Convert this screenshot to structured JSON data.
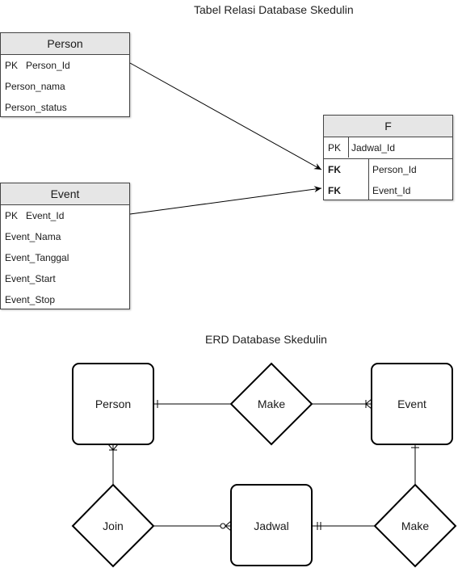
{
  "relation": {
    "title": "Tabel Relasi Database Skedulin",
    "person": {
      "name": "Person",
      "rows": [
        {
          "key": "PK",
          "field": "Person_Id"
        },
        {
          "key": "",
          "field": "Person_nama"
        },
        {
          "key": "",
          "field": "Person_status"
        }
      ]
    },
    "event": {
      "name": "Event",
      "rows": [
        {
          "key": "PK",
          "field": "Event_Id"
        },
        {
          "key": "",
          "field": "Event_Nama"
        },
        {
          "key": "",
          "field": "Event_Tanggal"
        },
        {
          "key": "",
          "field": "Event_Start"
        },
        {
          "key": "",
          "field": "Event_Stop"
        }
      ]
    },
    "f": {
      "name": "F",
      "pk_key": "PK",
      "pk_field": "Jadwal_Id",
      "fk_rows": [
        {
          "key": "FK",
          "field": "Person_Id"
        },
        {
          "key": "FK",
          "field": "Event_Id"
        }
      ]
    }
  },
  "erd": {
    "title": "ERD Database Skedulin",
    "entities": {
      "person": "Person",
      "event": "Event",
      "jadwal": "Jadwal"
    },
    "relationships": {
      "make_top": "Make",
      "join": "Join",
      "make_right": "Make"
    }
  }
}
